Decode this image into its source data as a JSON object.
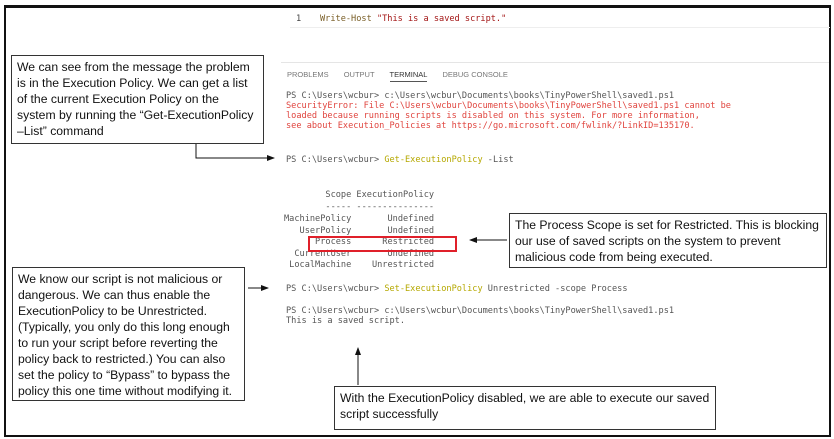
{
  "editor": {
    "line_number": "1",
    "code_cmd": "Write-Host",
    "code_str": "\"This is a saved script.\""
  },
  "panel": {
    "tabs": [
      {
        "label": "PROBLEMS"
      },
      {
        "label": "OUTPUT"
      },
      {
        "label": "TERMINAL",
        "active": true
      },
      {
        "label": "DEBUG CONSOLE"
      }
    ]
  },
  "terminal": {
    "prompt": "PS C:\\Users\\wcbur> ",
    "cmd1": "c:\\Users\\wcbur\\Documents\\books\\TinyPowerShell\\saved1.ps1",
    "error_lines": [
      "SecurityError: File C:\\Users\\wcbur\\Documents\\books\\TinyPowerShell\\saved1.ps1 cannot be",
      "loaded because running scripts is disabled on this system. For more information,",
      "see about Execution_Policies at https://go.microsoft.com/fwlink/?LinkID=135170."
    ],
    "cmd2_name": "Get-ExecutionPolicy",
    "cmd2_args": " -List",
    "table_header": "        Scope ExecutionPolicy",
    "table_dashes": "        ----- ---------------",
    "table_rows": [
      "MachinePolicy       Undefined",
      "   UserPolicy       Undefined",
      "      Process      Restricted",
      "  CurrentUser       Undefined",
      " LocalMachine    Unrestricted"
    ],
    "cmd3_name": "Set-ExecutionPolicy",
    "cmd3_args": " Unrestricted -scope Process",
    "cmd4": "c:\\Users\\wcbur\\Documents\\books\\TinyPowerShell\\saved1.ps1",
    "output": "This is a saved script."
  },
  "notes": {
    "top_left": "We can see from the message the problem is in the Execution Policy.  We can get a list of the current Execution Policy on the system by running the “Get-ExecutionPolicy –List” command",
    "right": "The Process Scope is set for Restricted.  This is blocking our use of saved scripts on the system to prevent malicious code from being executed.",
    "bottom_left": "We know our script is not malicious or dangerous.  We can thus enable the ExecutionPolicy to be Unrestricted. (Typically, you only do this long enough to run your script before reverting the policy back to restricted.)  You can also set the policy to “Bypass” to bypass the policy this one time without modifying it.",
    "bottom": "With the ExecutionPolicy disabled, we are able to execute our saved script successfully"
  },
  "colors": {
    "error": "#e0443e",
    "cmdlet": "#b5a800",
    "highlight_box": "#e0202a"
  }
}
